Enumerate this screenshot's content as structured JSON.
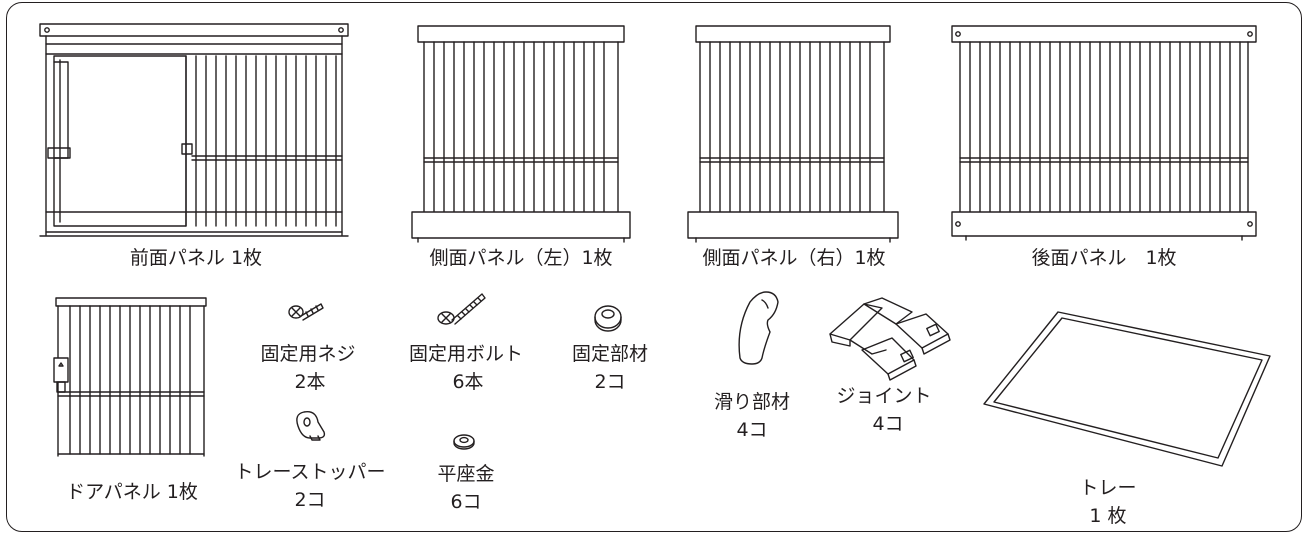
{
  "parts": {
    "front_panel": {
      "label": "前面パネル 1枚"
    },
    "side_panel_left": {
      "label": "側面パネル（左）1枚"
    },
    "side_panel_right": {
      "label": "側面パネル（右）1枚"
    },
    "rear_panel": {
      "label": "後面パネル　1枚"
    },
    "door_panel": {
      "label": "ドアパネル 1枚"
    },
    "fixing_screw": {
      "name": "固定用ネジ",
      "qty": "2本"
    },
    "fixing_bolt": {
      "name": "固定用ボルト",
      "qty": "6本"
    },
    "fixing_member": {
      "name": "固定部材",
      "qty": "2コ"
    },
    "tray_stopper": {
      "name": "トレーストッパー",
      "qty": "2コ"
    },
    "flat_washer": {
      "name": "平座金",
      "qty": "6コ"
    },
    "slide_member": {
      "name": "滑り部材",
      "qty": "4コ"
    },
    "joint": {
      "name": "ジョイント",
      "qty": "4コ"
    },
    "tray": {
      "name": "トレー",
      "qty": "1 枚"
    }
  }
}
